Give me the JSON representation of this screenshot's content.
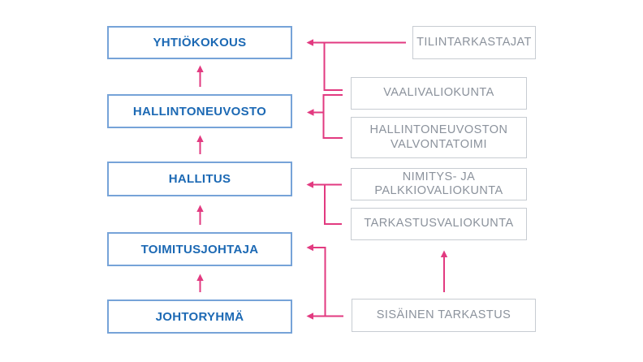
{
  "colors": {
    "accent_pink": "#e23a80",
    "blue_text": "#1c69b4",
    "blue_border": "#76a3d8",
    "gray_text": "#8b929c",
    "gray_border": "#c7ccd2"
  },
  "diagram": {
    "primary_nodes": [
      {
        "label": "YHTIÖKOKOUS"
      },
      {
        "label": "HALLINTONEUVOSTO"
      },
      {
        "label": "HALLITUS"
      },
      {
        "label": "TOIMITUSJOHTAJA"
      },
      {
        "label": "JOHTORYHMÄ"
      }
    ],
    "secondary_nodes": [
      {
        "label": "TILINTARKASTAJAT"
      },
      {
        "label": "VAALIVALIOKUNTA"
      },
      {
        "label": "HALLINTONEUVOSTON VALVONTATOIMI"
      },
      {
        "label": "NIMITYS- JA PALKKIOVALIOKUNTA"
      },
      {
        "label": "TARKASTUSVALIOKUNTA"
      },
      {
        "label": "SISÄINEN TARKASTUS"
      }
    ],
    "connections": [
      {
        "from": "HALLINTONEUVOSTO",
        "to": "YHTIÖKOKOUS"
      },
      {
        "from": "HALLITUS",
        "to": "HALLINTONEUVOSTO"
      },
      {
        "from": "TOIMITUSJOHTAJA",
        "to": "HALLITUS"
      },
      {
        "from": "JOHTORYHMÄ",
        "to": "TOIMITUSJOHTAJA"
      },
      {
        "from": "TILINTARKASTAJAT",
        "to": "YHTIÖKOKOUS"
      },
      {
        "from": "VAALIVALIOKUNTA",
        "to": "HALLINTONEUVOSTO"
      },
      {
        "from": "HALLINTONEUVOSTON VALVONTATOIMI",
        "to": "HALLINTONEUVOSTO"
      },
      {
        "from": "NIMITYS- JA PALKKIOVALIOKUNTA",
        "to": "HALLITUS"
      },
      {
        "from": "TARKASTUSVALIOKUNTA",
        "to": "HALLITUS"
      },
      {
        "from": "SISÄINEN TARKASTUS",
        "to": "TOIMITUSJOHTAJA"
      },
      {
        "from": "SISÄINEN TARKASTUS",
        "to": "JOHTORYHMÄ"
      },
      {
        "from": "SISÄINEN TARKASTUS",
        "to": "TARKASTUSVALIOKUNTA"
      }
    ]
  }
}
